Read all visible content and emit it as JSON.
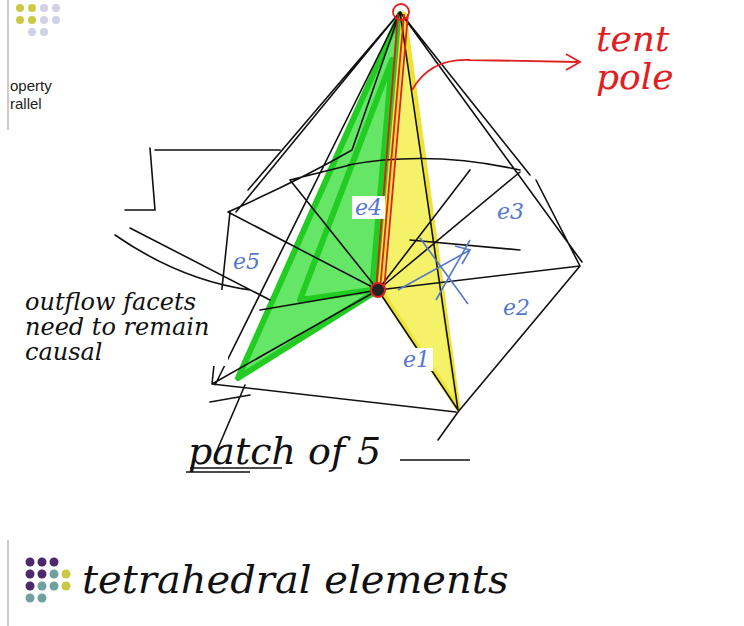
{
  "diagram": {
    "labels": [
      "operty",
      "rallel",
      "tent pole",
      "e5",
      "e4",
      "e3",
      "e2",
      "e1",
      "outflow facets need to remain causal",
      "patch of 5",
      "tetrahedral elements"
    ]
  }
}
